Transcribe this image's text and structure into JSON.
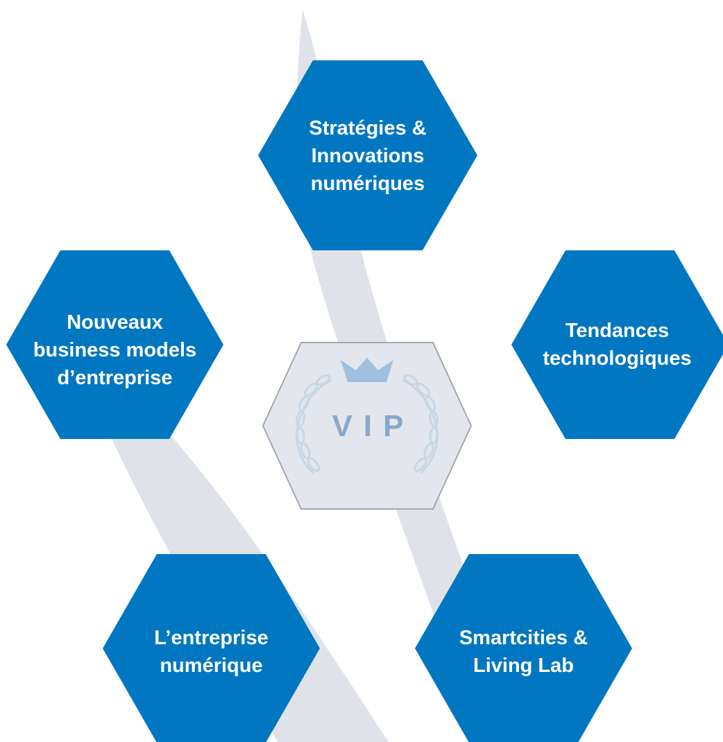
{
  "colors": {
    "hexagon": "#0277c1",
    "ribbon": "#dfe3e9",
    "center_fill": "#e3e6ec",
    "center_stroke": "#a3a7ad",
    "emblem": "#9fc0de",
    "text": "#ffffff"
  },
  "nodes": {
    "strategies": {
      "label": "Stratégies &\nInnovations\nnumériques"
    },
    "tendances": {
      "label": "Tendances\ntechnologiques"
    },
    "nouveaux": {
      "label": "Nouveaux\nbusiness models\nd’entreprise"
    },
    "entreprise": {
      "label": "L’entreprise\nnumérique"
    },
    "smartcities": {
      "label": "Smartcities &\nLiving Lab"
    }
  },
  "center": {
    "label": "VIP",
    "emblem": [
      "crown-icon",
      "laurel-wreath-icon"
    ]
  }
}
